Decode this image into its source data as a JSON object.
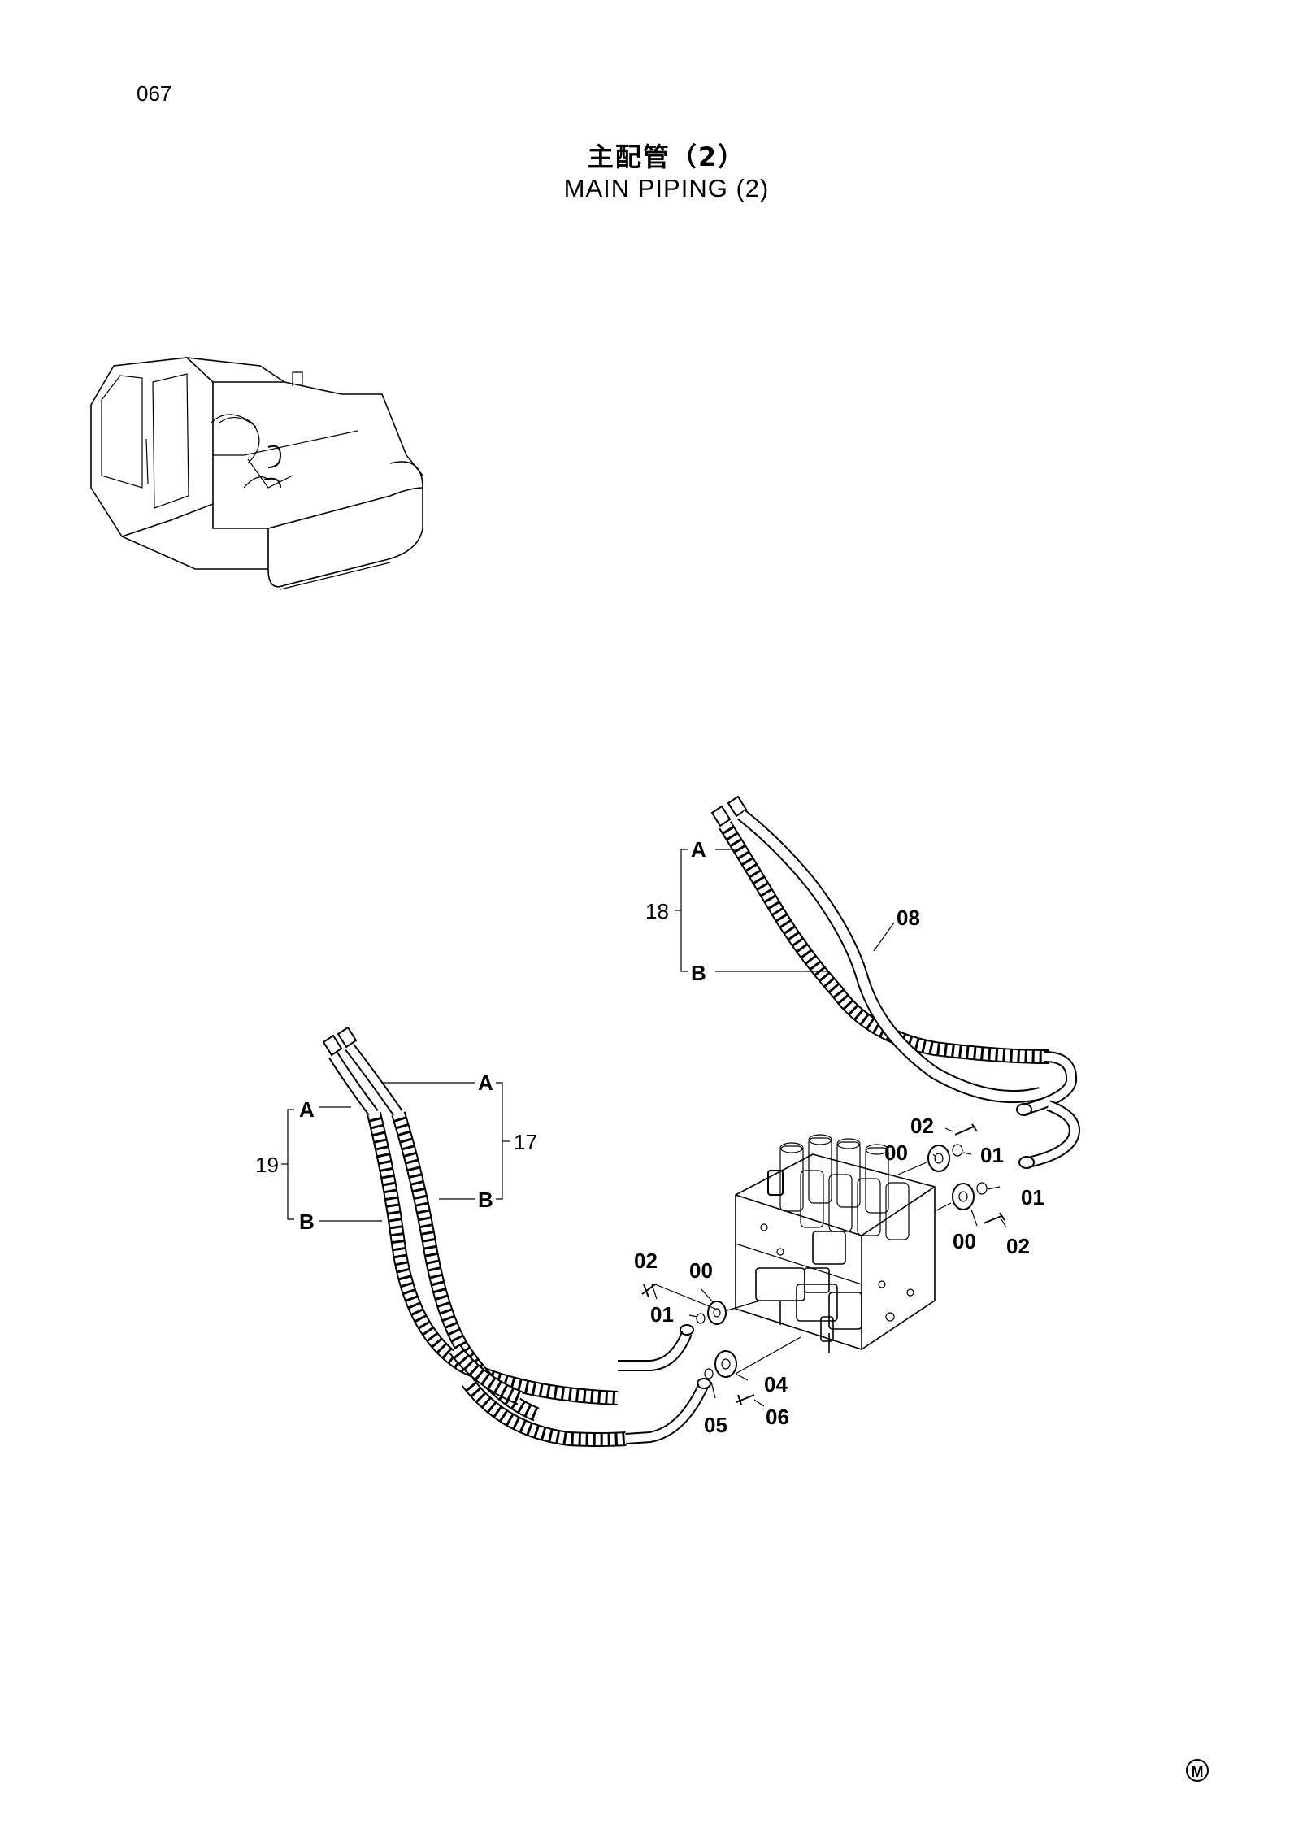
{
  "page": {
    "number": "067",
    "title_jp": "主配管（2）",
    "title_en": "MAIN PIPING (2)",
    "mark": "M"
  },
  "callouts": {
    "c18": "18",
    "c18a": "A",
    "c18b": "B",
    "c08": "08",
    "c19": "19",
    "c19a": "A",
    "c19b": "B",
    "c17": "17",
    "c17a": "A",
    "c17b": "B",
    "r02a": "02",
    "r00a": "00",
    "r01a": "01",
    "r01b": "01",
    "r00b": "00",
    "r02b": "02",
    "l02": "02",
    "l00": "00",
    "l01": "01",
    "p04": "04",
    "p05": "05",
    "p06": "06"
  }
}
